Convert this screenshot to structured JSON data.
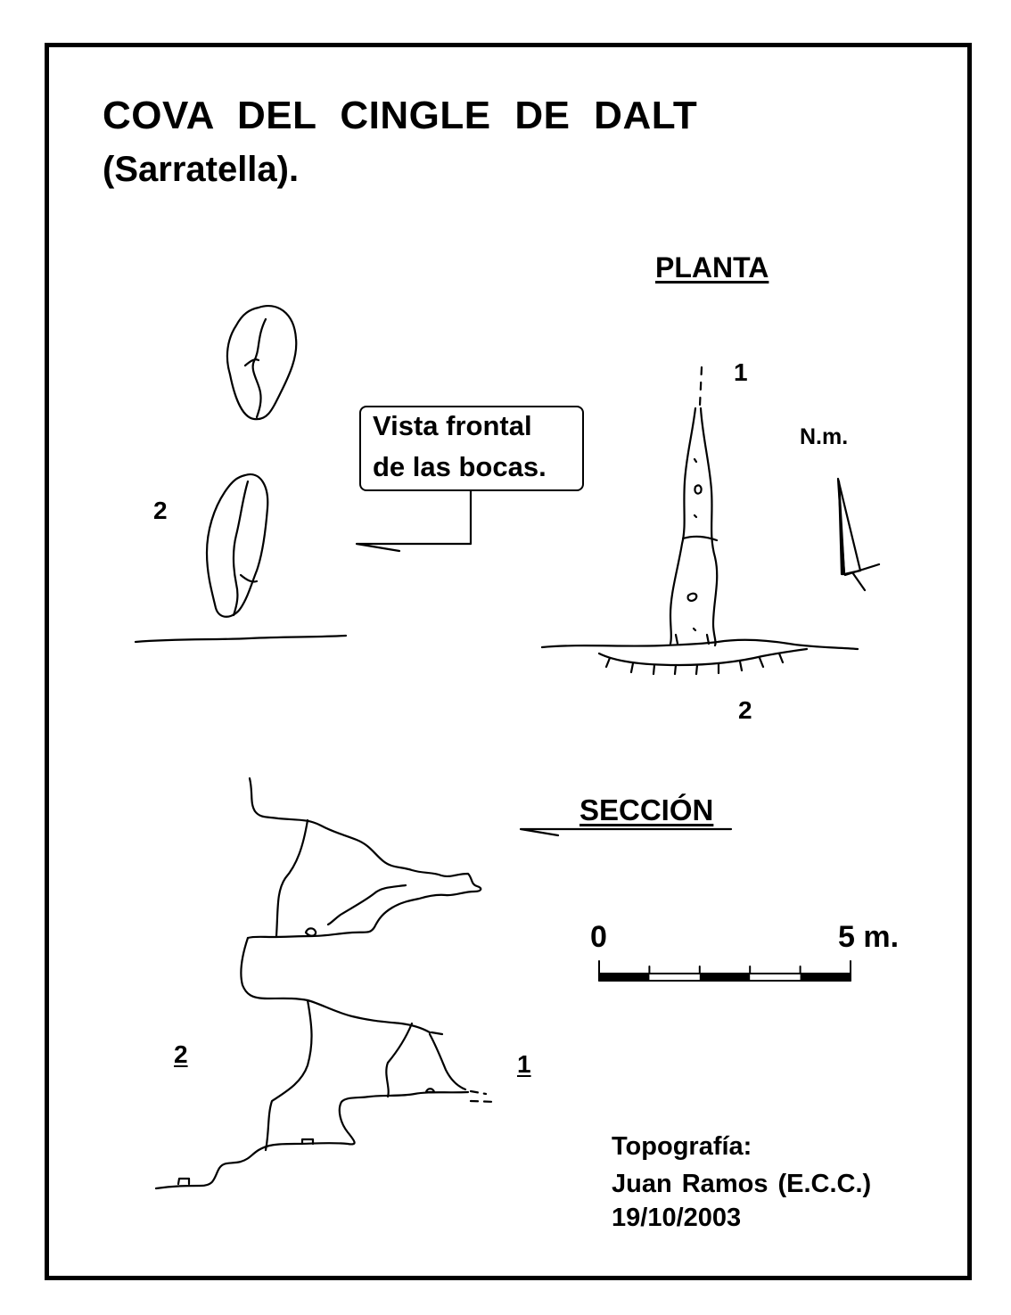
{
  "title": {
    "line1": "COVA DEL CINGLE DE DALT",
    "line2": "(Sarratella)."
  },
  "plan": {
    "heading": "PLANTA",
    "label_entrance_1": "1",
    "label_entrance_2": "2",
    "north_label": "N.m."
  },
  "front_view": {
    "callout_line1": "Vista frontal",
    "callout_line2": "de las bocas.",
    "label_entrance_2": "2"
  },
  "section": {
    "heading": "SECCIÓN",
    "label_entrance_2": "2",
    "label_entrance_1": "1"
  },
  "scale_bar": {
    "start_label": "0",
    "end_label": "5 m.",
    "segments": 5
  },
  "credits": {
    "line1": "Topografía:",
    "line2": "Juan Ramos  (E.C.C.)",
    "line3": "19/10/2003"
  },
  "colors": {
    "ink": "#000000",
    "paper": "#ffffff"
  }
}
